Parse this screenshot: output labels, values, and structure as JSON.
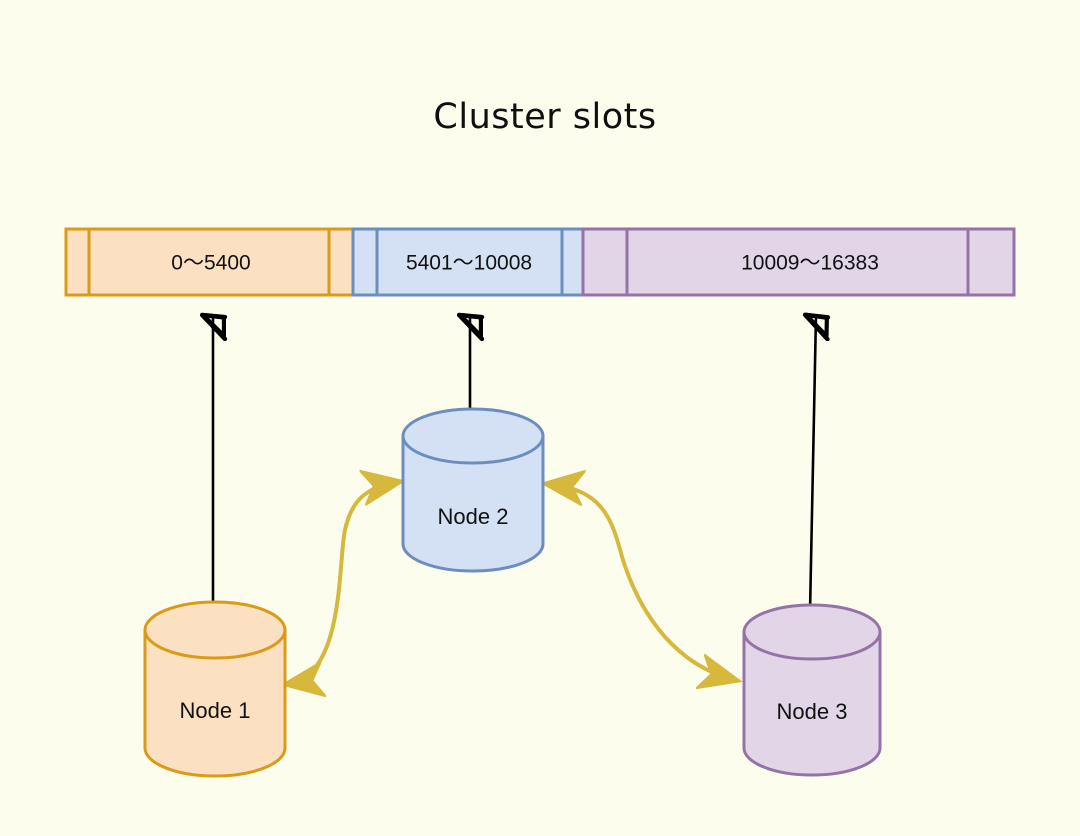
{
  "diagram": {
    "title": "Cluster slots",
    "background_color": "#fdfdee",
    "type": "redis-cluster-slot-distribution"
  },
  "slot_bar": {
    "segments": [
      {
        "id": "segment-1",
        "label": "0～5400",
        "range_start": 0,
        "range_end": 5400,
        "fill_color": "#fce0c2",
        "stroke_color": "#d99b18",
        "owner": "Node 1"
      },
      {
        "id": "segment-2",
        "label": "5401～10008",
        "range_start": 5401,
        "range_end": 10008,
        "fill_color": "#d4e1f5",
        "stroke_color": "#6c8ebf",
        "owner": "Node 2"
      },
      {
        "id": "segment-3",
        "label": "10009～16383",
        "range_start": 10009,
        "range_end": 16383,
        "fill_color": "#e1d5e7",
        "stroke_color": "#9673a6",
        "owner": "Node 3"
      }
    ]
  },
  "nodes": [
    {
      "id": "node-1",
      "label": "Node 1",
      "fill_color": "#fce0c2",
      "stroke_color": "#d99b18",
      "shape": "cylinder"
    },
    {
      "id": "node-2",
      "label": "Node 2",
      "fill_color": "#d4e1f5",
      "stroke_color": "#6c8ebf",
      "shape": "cylinder"
    },
    {
      "id": "node-3",
      "label": "Node 3",
      "fill_color": "#e1d5e7",
      "stroke_color": "#9673a6",
      "shape": "cylinder"
    }
  ],
  "connections": [
    {
      "id": "node1-to-slots",
      "from": "Node 1",
      "to": "0～5400",
      "style": "straight",
      "color": "#000000",
      "arrowheads": "single"
    },
    {
      "id": "node2-to-slots",
      "from": "Node 2",
      "to": "5401～10008",
      "style": "straight",
      "color": "#000000",
      "arrowheads": "single"
    },
    {
      "id": "node3-to-slots",
      "from": "Node 3",
      "to": "10009～16383",
      "style": "straight",
      "color": "#000000",
      "arrowheads": "single"
    },
    {
      "id": "node1-node2-gossip",
      "from": "Node 1",
      "to": "Node 2",
      "style": "curved",
      "color": "#d6b83c",
      "arrowheads": "double"
    },
    {
      "id": "node2-node3-gossip",
      "from": "Node 2",
      "to": "Node 3",
      "style": "curved",
      "color": "#d6b83c",
      "arrowheads": "double"
    }
  ]
}
